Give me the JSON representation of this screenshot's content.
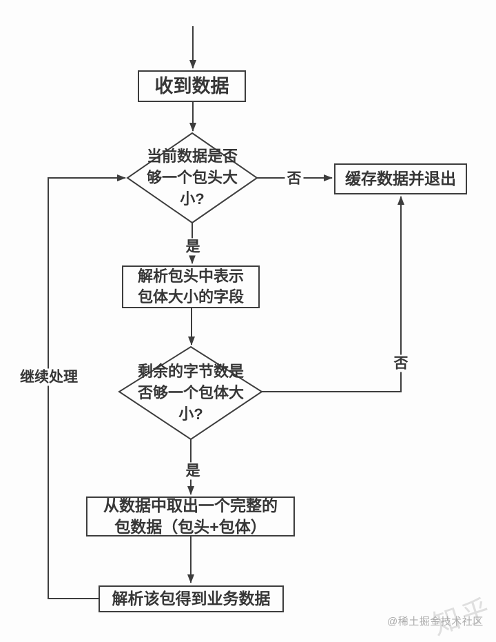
{
  "colors": {
    "background": "#fdfdfd",
    "line": "#3d3d3d",
    "text": "#363636",
    "watermark_credit": "#acacac",
    "watermark_ghost": "#c8c8c8"
  },
  "flowchart": {
    "nodes": {
      "receive_data": {
        "label": "收到数据"
      },
      "header_size_check": {
        "label": "当前数据是否够一个包头大小?"
      },
      "cache_and_exit": {
        "label": "缓存数据并退出"
      },
      "parse_header_field": {
        "label": "解析包头中表示包体大小的字段"
      },
      "body_size_check": {
        "label": "剩余的字节数是否够一个包体大小?"
      },
      "extract_packet": {
        "label": "从数据中取出一个完整的包数据（包头+包体）"
      },
      "parse_business_data": {
        "label": "解析该包得到业务数据"
      }
    },
    "edge_labels": {
      "header_no": "否",
      "header_yes": "是",
      "body_no": "否",
      "body_yes": "是",
      "loop_continue": "继续处理"
    }
  },
  "watermark": {
    "credit": "@稀土掘金技术社区",
    "ghost": "知乎"
  }
}
